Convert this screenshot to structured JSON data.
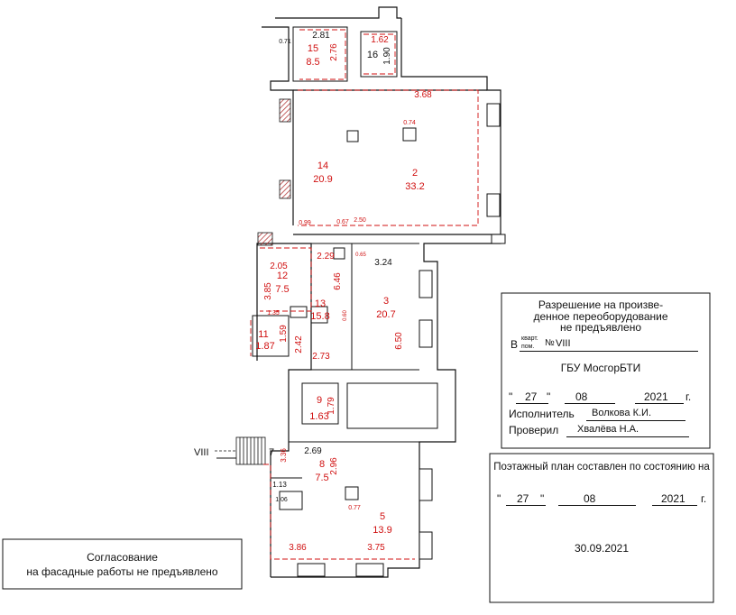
{
  "approval_box": {
    "line1": "Разрешение на произве-",
    "line2": "денное переоборудование",
    "line3": "не предъявлено",
    "prefix_v": "В",
    "kvart_small_top": "кварт.",
    "kvart_small_bottom": "пом.",
    "number_sign": "№",
    "premise_no": "VIII",
    "org": "ГБУ МосгорБТИ",
    "date_quote_open": "\"",
    "date_day": "27",
    "date_quote_close": "\"",
    "date_month": "08",
    "date_year": "2021",
    "year_suffix": "г.",
    "executor_label": "Исполнитель",
    "executor_name": "Волкова К.И.",
    "checker_label": "Проверил",
    "checker_name": "Хвалёва Н.А."
  },
  "floor_plan_box": {
    "title": "Поэтажный план составлен по состоянию на",
    "date_quote_open": "\"",
    "date_day": "27",
    "date_quote_close": "\"",
    "date_month": "08",
    "date_year": "2021",
    "year_suffix": "г.",
    "stamp_date": "30.09.2021"
  },
  "facade_box": {
    "line1": "Согласование",
    "line2": "на фасадные работы не предъявлено"
  },
  "rooms": [
    {
      "no": "15",
      "area": "8.5"
    },
    {
      "no": "16",
      "area": ""
    },
    {
      "no": "14",
      "area": "20.9"
    },
    {
      "no": "2",
      "area": "33.2"
    },
    {
      "no": "12",
      "area": "7.5"
    },
    {
      "no": "13",
      "area": "15.8"
    },
    {
      "no": "3",
      "area": "20.7"
    },
    {
      "no": "11",
      "area": "1.87"
    },
    {
      "no": "9",
      "area": "1.63"
    },
    {
      "no": "7",
      "area": ""
    },
    {
      "no": "8",
      "area": "7.5"
    },
    {
      "no": "5",
      "area": "13.9"
    }
  ],
  "dimensions": {
    "d281": "2.81",
    "d071": "0.71",
    "d276": "2.76",
    "d162": "1.62",
    "d190": "1.90",
    "d368": "3.68",
    "d074": "0.74",
    "d099": "0.99",
    "d067": "0.67",
    "d250": "2.50",
    "d229": "2.29",
    "d324": "3.24",
    "d205": "2.05",
    "d646": "6.46",
    "d385": "3.85",
    "d135": "1.35",
    "d159": "1.59",
    "d242": "2.42",
    "d273": "2.73",
    "d650": "6.50",
    "d179": "1.79",
    "d336": "3.36",
    "d269": "2.69",
    "d296": "2.96",
    "d113": "1.13",
    "d106": "1.06",
    "d077": "0.77",
    "d386": "3.86",
    "d375": "3.75",
    "d065": "0.65",
    "d060": "0.60"
  },
  "premise_mark": "VIII"
}
